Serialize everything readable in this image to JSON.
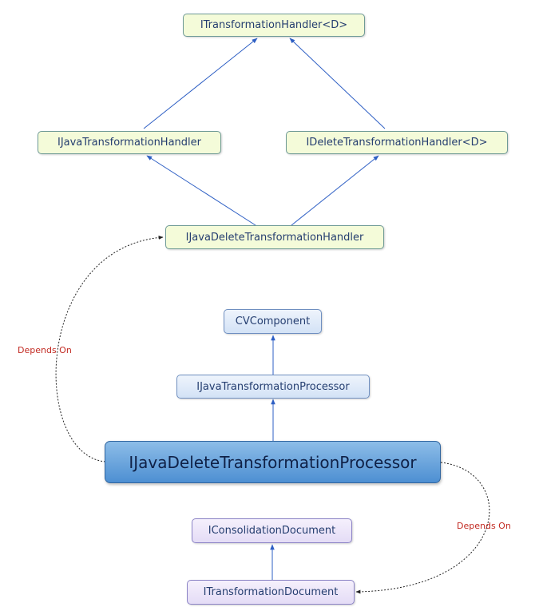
{
  "diagram": {
    "nodes": {
      "itransformation_handler": "ITransformationHandler<D>",
      "ijava_transformation_handler": "IJavaTransformationHandler",
      "idelete_transformation_handler": "IDeleteTransformationHandler<D>",
      "ijava_delete_transformation_handler": "IJavaDeleteTransformationHandler",
      "cv_component": "CVComponent",
      "ijava_transformation_processor": "IJavaTransformationProcessor",
      "ijava_delete_transformation_processor": "IJavaDeleteTransformationProcessor",
      "iconsolidation_document": "IConsolidationDocument",
      "itransformation_document": "ITransformationDocument"
    },
    "edge_labels": {
      "depends_on_left": "Depends On",
      "depends_on_right": "Depends On"
    },
    "colors": {
      "inheritance_arrow": "#2e5fc4",
      "dependency_line": "#222222",
      "label_text": "#c22a22",
      "green_node_fill": "#f4fbd9",
      "blue_node_fill": "#d3e2f6",
      "main_node_fill": "#4d8fd2",
      "purple_node_fill": "#e4dcf6"
    }
  }
}
